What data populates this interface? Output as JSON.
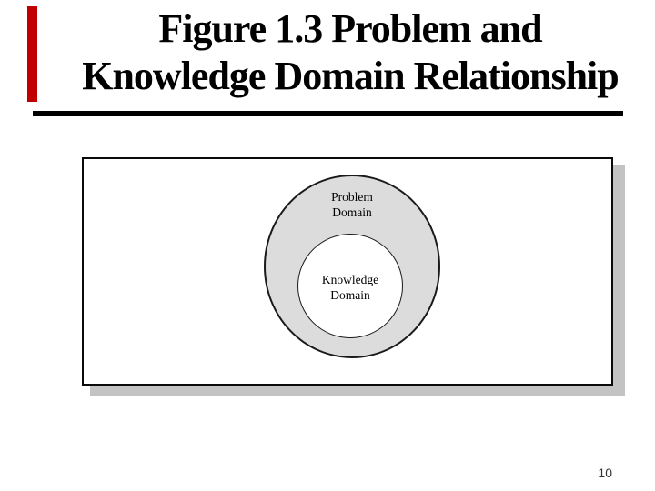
{
  "slide": {
    "title_line1": "Figure 1.3 Problem and",
    "title_line2": "Knowledge Domain Relationship",
    "page_number": "10"
  },
  "figure": {
    "outer_circle": {
      "label_line1": "Problem",
      "label_line2": "Domain"
    },
    "inner_circle": {
      "label_line1": "Knowledge",
      "label_line2": "Domain"
    }
  },
  "colors": {
    "accent_bar": "#c00000",
    "outer_circle_fill": "#dcdcdc",
    "box_shadow": "#c3c3c3",
    "text": "#000000",
    "page_number": "#333333"
  }
}
